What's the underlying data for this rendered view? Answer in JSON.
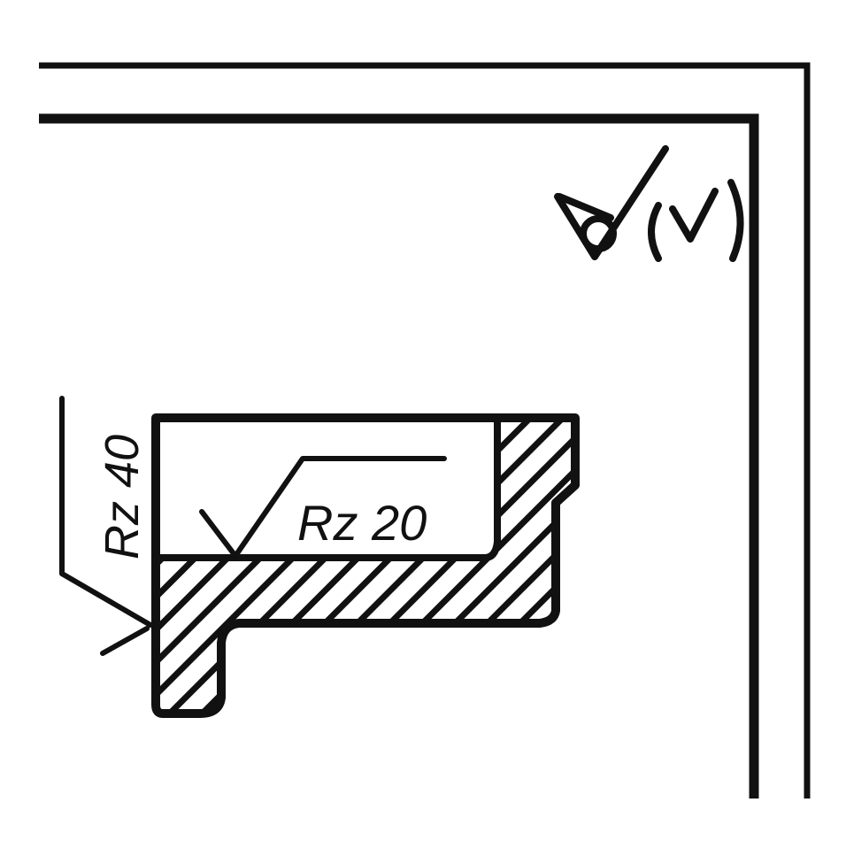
{
  "annotations": {
    "roughness_vertical": "Rz 40",
    "roughness_horizontal": "Rz 20"
  },
  "colors": {
    "ink": "#111111",
    "paper": "#ffffff"
  },
  "symbols": {
    "corner_mark": "surface-roughness-symbol-unmachined-with-parenthesized-check"
  }
}
